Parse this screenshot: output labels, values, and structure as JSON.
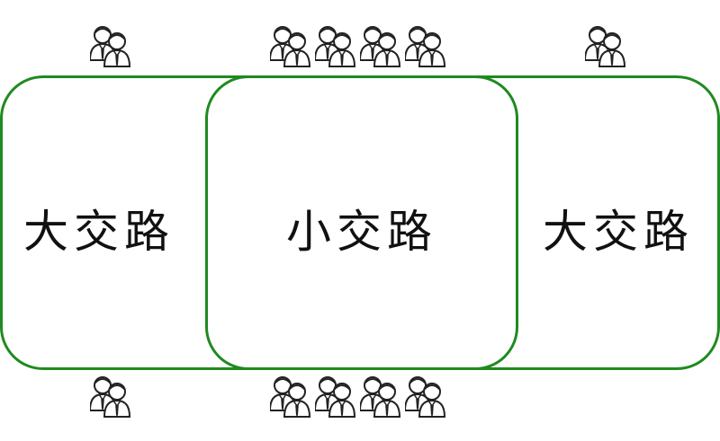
{
  "diagram": {
    "left_road": {
      "label": "大交路"
    },
    "center_road": {
      "label": "小交路"
    },
    "right_road": {
      "label": "大交路"
    },
    "colors": {
      "route_border": "#1f8a1f",
      "text": "#111111",
      "figure_stroke": "#222222"
    },
    "passenger_groups": {
      "top": [
        {
          "icon": "passenger-pair-icon",
          "pairs": 1
        },
        {
          "icon": "passenger-pair-icon",
          "pairs": 4
        },
        {
          "icon": "passenger-pair-icon",
          "pairs": 1
        }
      ],
      "bottom": [
        {
          "icon": "passenger-pair-icon",
          "pairs": 1
        },
        {
          "icon": "passenger-pair-icon",
          "pairs": 4
        }
      ]
    }
  }
}
